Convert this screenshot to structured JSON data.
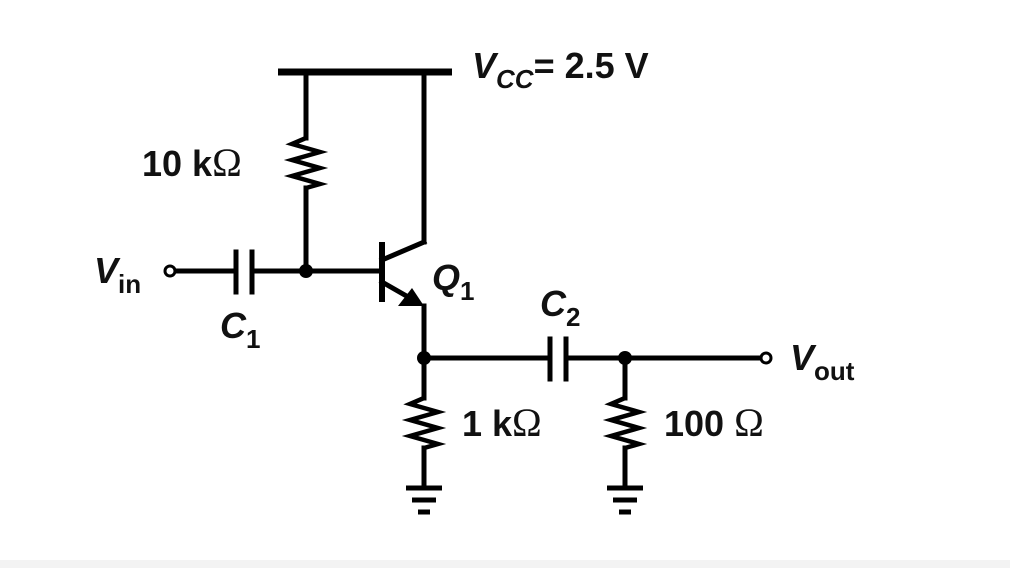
{
  "labels": {
    "vcc_main": "V",
    "vcc_sub": "CC",
    "vcc_value": "= 2.5 V",
    "r_bias_value": "10 k",
    "r_emitter_value": "1 k",
    "r_load_value": "100 ",
    "ohm": "Ω",
    "vin_main": "V",
    "vin_sub": "in",
    "vout_main": "V",
    "vout_sub": "out",
    "c1_main": "C",
    "c1_sub": "1",
    "c2_main": "C",
    "c2_sub": "2",
    "q1_main": "Q",
    "q1_sub": "1"
  }
}
